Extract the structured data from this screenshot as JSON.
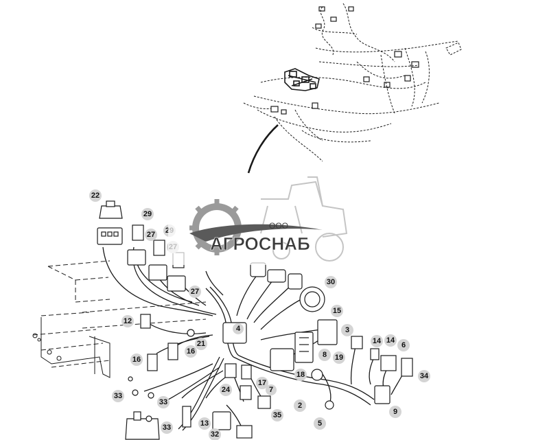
{
  "watermark": {
    "prefix": "ООО",
    "brand": "АГРОСНАБ",
    "brand_color": "#3a3a3a",
    "gear_color": "#9a9a9a"
  },
  "callouts": [
    "22",
    "29",
    "27",
    "29",
    "27",
    "27",
    "12",
    "21",
    "16",
    "16",
    "33",
    "33",
    "33",
    "13",
    "32",
    "30",
    "15",
    "3",
    "14",
    "14",
    "6",
    "8",
    "19",
    "18",
    "34",
    "17",
    "7",
    "24",
    "2",
    "5",
    "35",
    "9",
    "4"
  ],
  "colors": {
    "line": "#1a1a1a",
    "callout_bg": "#d4d4d4"
  }
}
